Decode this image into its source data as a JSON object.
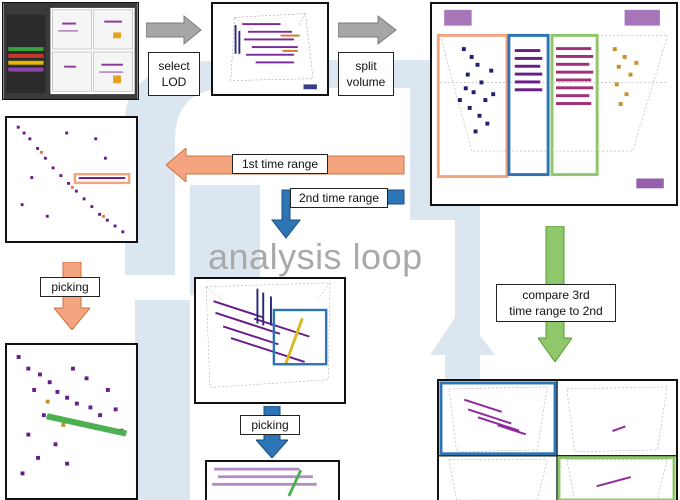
{
  "title": "analysis loop",
  "steps": {
    "select_lod": "select\nLOD",
    "split_volume": "split\nvolume",
    "first_time_range": "1st time range",
    "second_time_range": "2nd time range",
    "picking_left": "picking",
    "picking_center": "picking",
    "compare": "compare 3rd\ntime range to 2nd"
  },
  "colors": {
    "loop": "#dce6f0",
    "gray_arrow": "#a6a6a6",
    "orange": "#f4a580",
    "blue": "#2e75b6",
    "green": "#8fc86a",
    "purple": "#6a1b8a",
    "navy": "#1f1f6e"
  }
}
